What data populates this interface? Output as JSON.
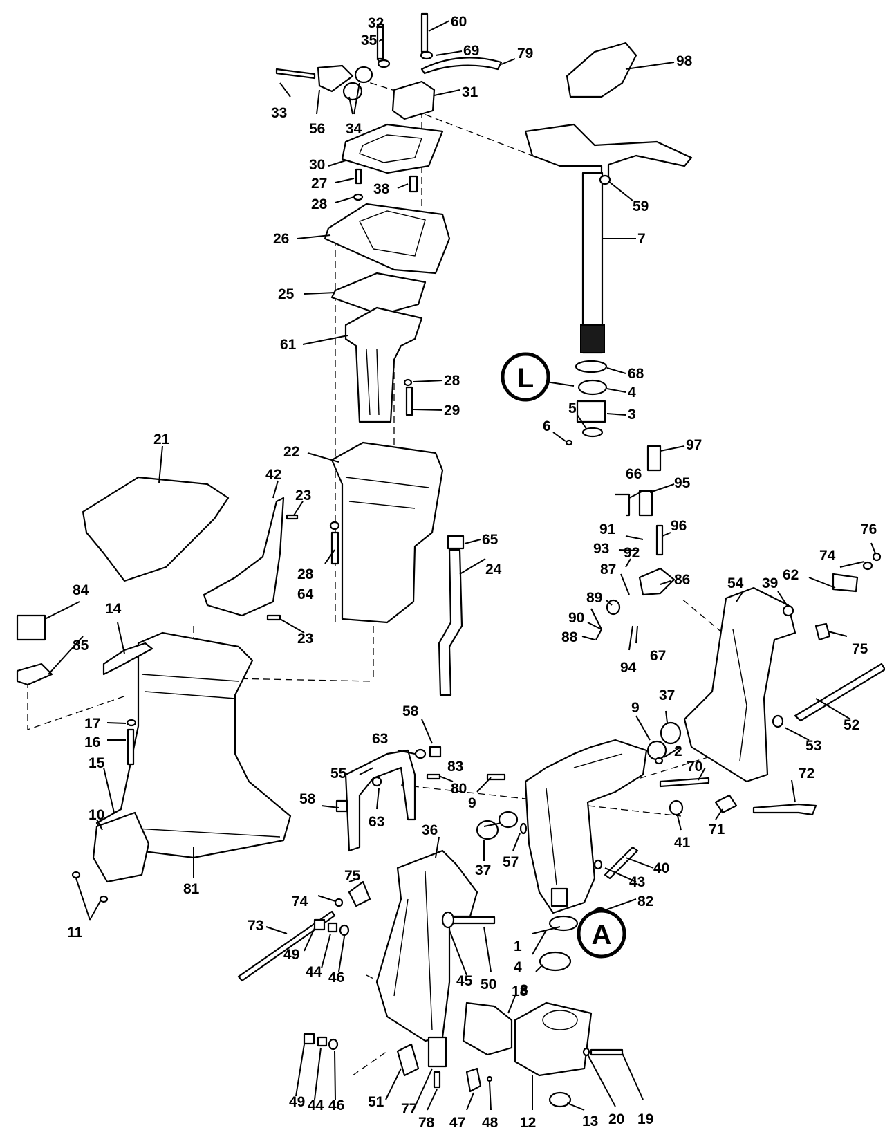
{
  "diagram": {
    "labels": [
      "32",
      "60",
      "35",
      "69",
      "79",
      "98",
      "33",
      "56",
      "34",
      "31",
      "30",
      "27",
      "38",
      "28",
      "59",
      "26",
      "7",
      "25",
      "61",
      "68",
      "4",
      "5",
      "3",
      "6",
      "28",
      "29",
      "97",
      "21",
      "22",
      "42",
      "23",
      "66",
      "95",
      "65",
      "91",
      "96",
      "93",
      "92",
      "76",
      "24",
      "87",
      "86",
      "74",
      "62",
      "28",
      "64",
      "54",
      "39",
      "89",
      "90",
      "88",
      "84",
      "94",
      "67",
      "75",
      "14",
      "23",
      "85",
      "37",
      "9",
      "52",
      "17",
      "58",
      "2",
      "16",
      "63",
      "83",
      "53",
      "15",
      "55",
      "80",
      "70",
      "72",
      "58",
      "41",
      "71",
      "10",
      "63",
      "9",
      "36",
      "40",
      "43",
      "81",
      "75",
      "82",
      "74",
      "37",
      "57",
      "11",
      "73",
      "1",
      "4",
      "49",
      "44",
      "46",
      "45",
      "50",
      "8",
      "18",
      "49",
      "44",
      "46",
      "51",
      "77",
      "78",
      "47",
      "48",
      "12",
      "13",
      "20",
      "19"
    ],
    "badges": {
      "upper_letter": "L",
      "lower_letter": "A"
    }
  }
}
